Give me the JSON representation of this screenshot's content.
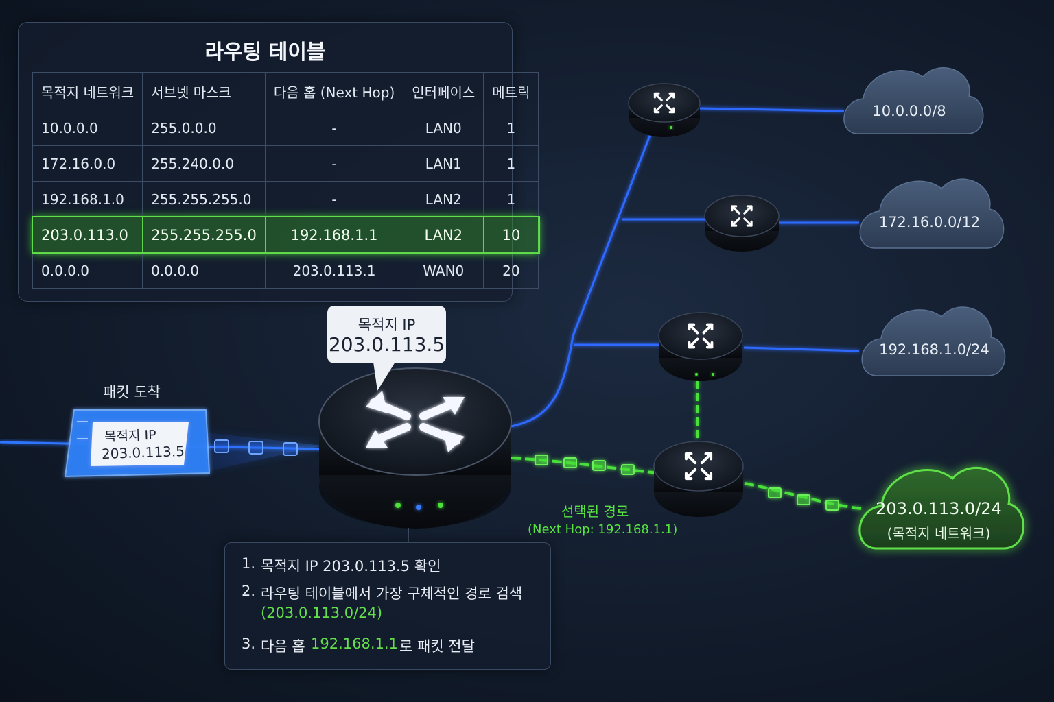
{
  "routing_table": {
    "title": "라우팅 테이블",
    "headers": [
      "목적지 네트워크",
      "서브넷 마스크",
      "다음 홉 (Next Hop)",
      "인터페이스",
      "메트릭"
    ],
    "rows": [
      [
        "10.0.0.0",
        "255.0.0.0",
        "-",
        "LAN0",
        "1"
      ],
      [
        "172.16.0.0",
        "255.240.0.0",
        "-",
        "LAN1",
        "1"
      ],
      [
        "192.168.1.0",
        "255.255.255.0",
        "-",
        "LAN2",
        "1"
      ],
      [
        "203.0.113.0",
        "255.255.255.0",
        "192.168.1.1",
        "LAN2",
        "10"
      ],
      [
        "0.0.0.0",
        "0.0.0.0",
        "203.0.113.1",
        "WAN0",
        "20"
      ]
    ],
    "highlighted_row": 3
  },
  "callout": {
    "line1": "목적지 IP",
    "line2": "203.0.113.5"
  },
  "packet": {
    "arrival_label": "패킷 도착",
    "card_line1": "목적지 IP",
    "card_line2": "203.0.113.5"
  },
  "networks": {
    "net1": "10.0.0.0/8",
    "net2": "172.16.0.0/12",
    "net3": "192.168.1.0/24",
    "dest_line1": "203.0.113.0/24",
    "dest_line2": "(목적지 네트워크)"
  },
  "selected_path": {
    "line1": "선택된 경로",
    "line2": "(Next Hop: 192.168.1.1)"
  },
  "steps": {
    "s1_num": "1.",
    "s1_text": "목적지 IP 203.0.113.5 확인",
    "s2_num": "2.",
    "s2_text": "라우팅 테이블에서 가장 구체적인 경로 검색",
    "s2_detail": "(203.0.113.0/24)",
    "s3_num": "3.",
    "s3_pre": "다음 홉",
    "s3_ip": "192.168.1.1",
    "s3_post": "로 패킷 전달"
  },
  "colors": {
    "blue_link": "#2f6bff",
    "green_path": "#48e03a",
    "background": "#121c2c"
  }
}
